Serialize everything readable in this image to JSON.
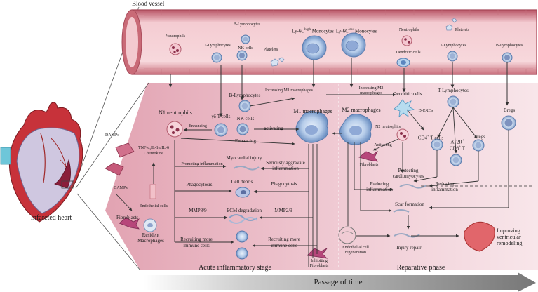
{
  "colors": {
    "vessel_wall": "#c96a77",
    "vessel_inner": "#f6d3d7",
    "tissue_left": "#e3a6b4",
    "tissue_right": "#f6e0e6",
    "arrow": "#333333",
    "time_bar": "#9a9a9a",
    "heart_red": "#c0392b",
    "monocyte": "#a9c4e6"
  },
  "labels": {
    "blood_vessel": "Blood vessel",
    "infarcted_heart": "Infarcted heart",
    "acute_stage": "Acute inflammatory stage",
    "reparative_phase": "Reparative phase",
    "passage_of_time": "Passage of time",
    "vessel": {
      "neutrophils_1": "Neutrophils",
      "t_lymphocytes_1": "T-Lymphocytes",
      "b_lymphocytes_1": "B-Lymphocytes",
      "nk_cells": "NK cells",
      "platelets_1": "Platelets",
      "ly6c_hi": "Ly-6C",
      "ly6c_hi_sup": "high",
      "ly6c_hi_suffix": " Monocytes",
      "ly6c_low": "Ly-6C",
      "ly6c_low_sup": "low",
      "ly6c_low_suffix": " Monocytes",
      "neutrophils_2": "Neutrophils",
      "platelets_2": "Platelets",
      "dendritic_cells": "Dendritic cells",
      "t_lymphocytes_2": "T-Lymphocytes",
      "b_lymphocytes_2": "B-Lymphocytes"
    },
    "tissue": {
      "n1_neutrophils": "N1 neutrophils",
      "gd_t_cells": "γδ T cells",
      "b_lymphocytes": "B-Lymphocytes",
      "nk_cells": "NK cells",
      "increasing_m1": "Increasing M1 macrophages",
      "m1_macrophages": "M1 macrophages",
      "activating_1": "activating",
      "enhancing_1": "Enhancing",
      "enhancing_2": "Enhancing",
      "dampts_1": "DAMPs",
      "tnf": "TNF-α,IL-1α,IL-6",
      "chemokine": "Chemokine",
      "promoting_inflammation": "Promoting inflammation",
      "myocardial_injury": "Myocardial injury",
      "seriously_aggravate": "Seriously aggravate",
      "inflammation_1": "inflammation",
      "dampts_2": "DAMPs",
      "endothelial_cells": "Endothelial cells",
      "phagocytosis_1": "Phagocytosis",
      "cell_debris": "Cell debris",
      "phagocytosis_2": "Phagocytosis",
      "fibroblasts": "Fibroblasts",
      "mmp89": "MMP8/9",
      "ecm_degradation": "ECM degradation",
      "mmp29": "MMP2/9",
      "resident": "Resident",
      "macrophages": "Macrophages",
      "recruiting_1a": "Recruiting more",
      "recruiting_1b": "immune cells",
      "recruiting_2a": "Recruiting more",
      "recruiting_2b": "immune cells",
      "inhibiting_a": "Inhibiting",
      "inhibiting_b": "Fibroblasts",
      "increasing_m2a": "Increasing M2",
      "increasing_m2b": "macrophages",
      "m2_macrophages": "M2 macrophages",
      "dendritic_cells": "Dendritic cells",
      "d_exos": "D-EXOs",
      "n2_neutrophils": "N2 neutrophils",
      "activating_2": "Activating",
      "fibroblasts_2": "Fibroblasts",
      "protecting_a": "Protecting",
      "protecting_b": "cardiomyocytes",
      "t_lymphocytes": "T-Lymphocytes",
      "cd4": "CD4",
      "cd4_sup": "+",
      "cd4_suffix": " T cells",
      "at2r": "AT2R",
      "at2r_sup": "+",
      "cd8": "CD8",
      "cd8_sup": "+",
      "cd8_suffix": " T",
      "tregs": "Tregs",
      "bregs": "Bregs",
      "reducing_1a": "Reducing",
      "reducing_1b": "inflammation",
      "reducing_2a": "Reducing",
      "reducing_2b": "inflammation",
      "scar_formation": "Scar formation",
      "endothelial_a": "Endothelial cell",
      "endothelial_b": "regeneration",
      "injury_repair": "Injury repair",
      "improving_a": "Improving",
      "improving_b": "ventricular",
      "improving_c": "remodeling"
    }
  }
}
